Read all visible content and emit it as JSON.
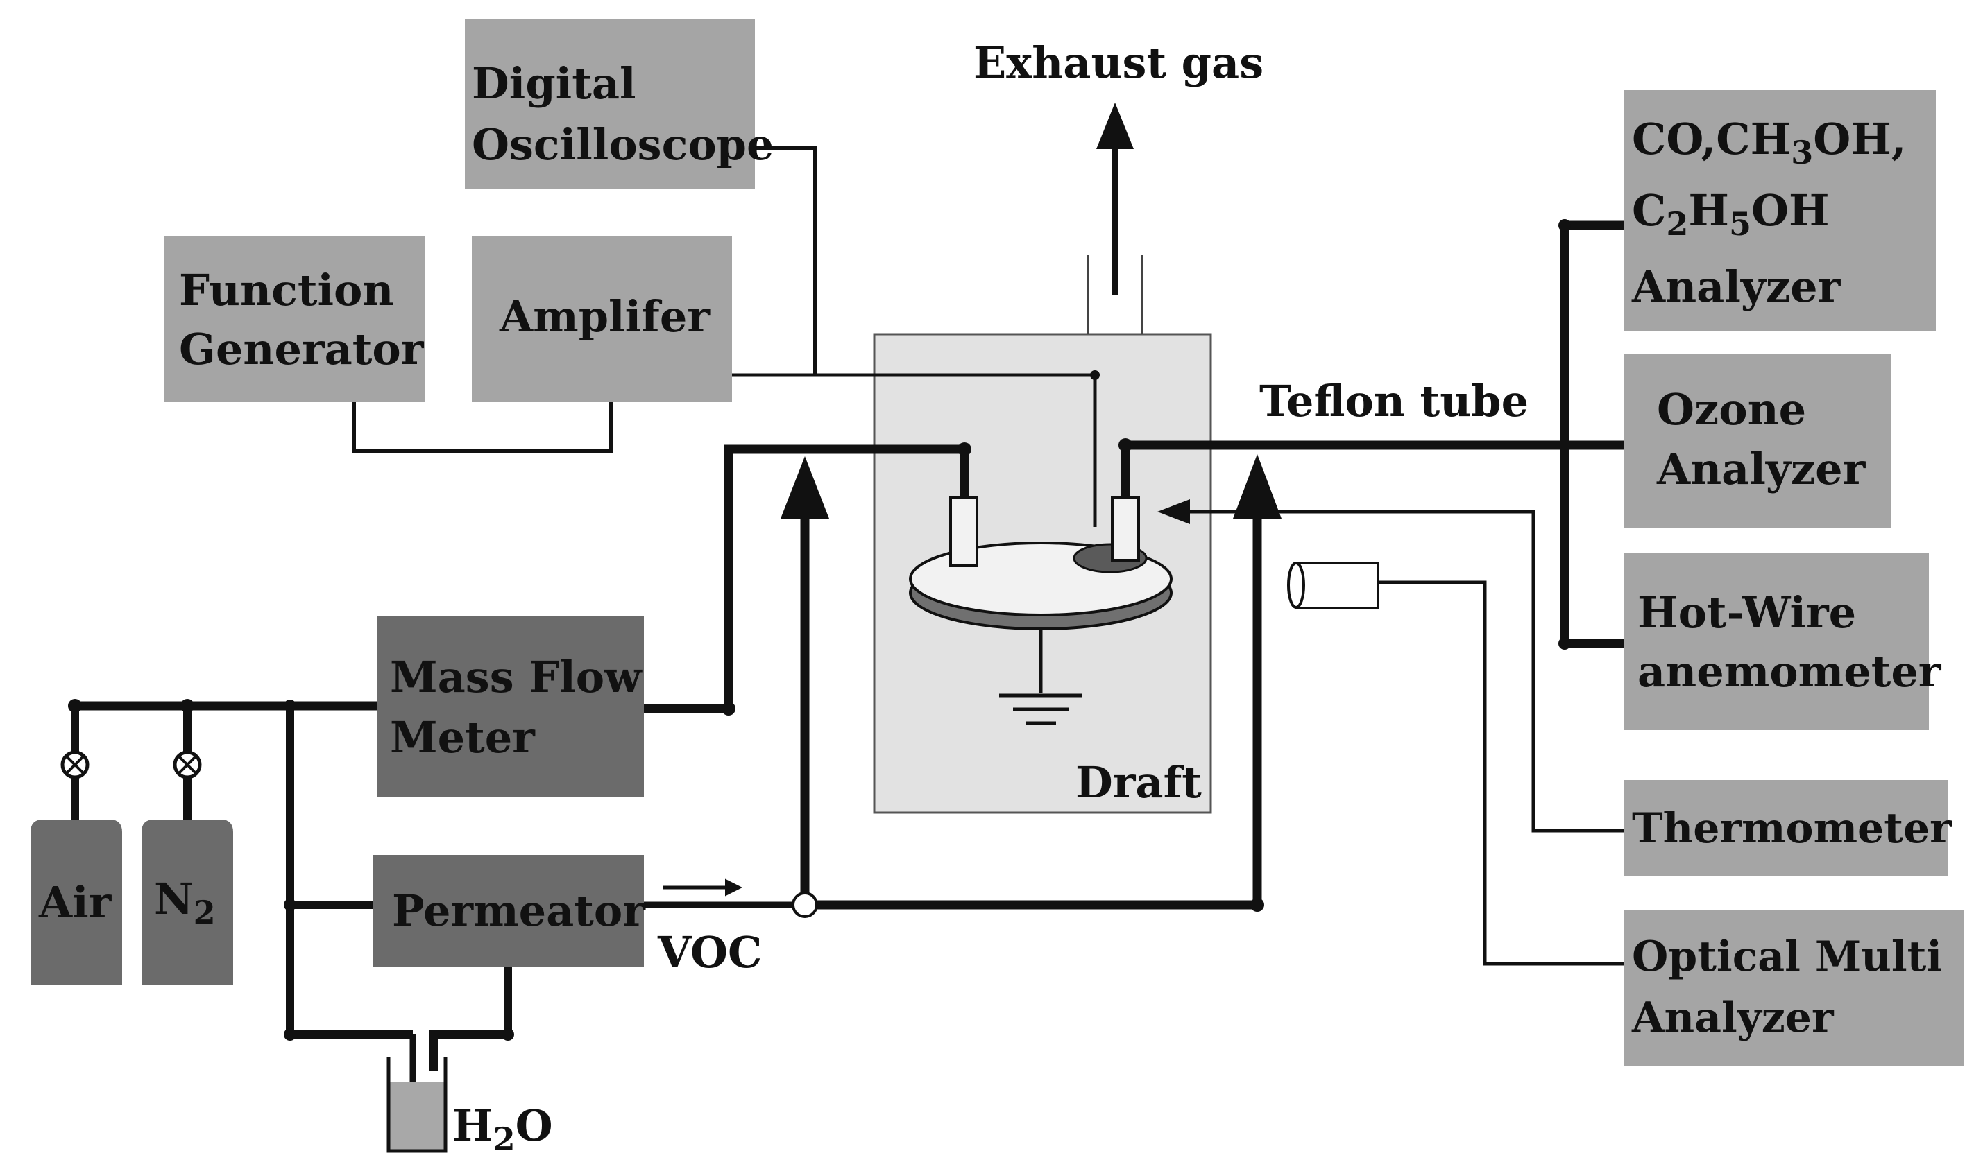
{
  "boxes": {
    "digital_oscilloscope": [
      "Digital",
      "Oscilloscope"
    ],
    "function_generator": [
      "Function",
      "Generator"
    ],
    "amplifier": [
      "Amplifer"
    ],
    "mass_flow_meter": [
      "Mass Flow",
      "Meter"
    ],
    "permeator": [
      "Permeator"
    ],
    "co_analyzer": {
      "line1": "CO,CH3OH,",
      "line1_parts": [
        "CO,CH",
        "3",
        "OH,"
      ],
      "line2": "C2H5OH",
      "line2_parts": [
        "C",
        "2",
        "H",
        "5",
        "OH"
      ],
      "line3": "Analyzer"
    },
    "ozone_analyzer": [
      "Ozone",
      "Analyzer"
    ],
    "hot_wire_anemometer": [
      "Hot-Wire",
      "anemometer"
    ],
    "thermometer": [
      "Thermometer"
    ],
    "optical_multi_analyzer": [
      "Optical Multi",
      "Analyzer"
    ]
  },
  "cylinders": {
    "air": "Air",
    "n2": "N2",
    "n2_parts": [
      "N",
      "2"
    ]
  },
  "labels": {
    "exhaust_gas": "Exhaust gas",
    "teflon_tube": "Teflon tube",
    "draft": "Draft",
    "voc": "VOC",
    "h2o": "H2O",
    "h2o_parts": [
      "H",
      "2",
      "O"
    ]
  },
  "colors": {
    "light_box": "#a5a5a5",
    "dark_box": "#6b6b6b",
    "draft_chamber": "#e2e2e2",
    "line": "#111111",
    "disc_top": "#f2f2f2",
    "disc_bottom": "#707070",
    "electrode_pad": "#5a5a5a",
    "water": "#a8a8a8"
  }
}
